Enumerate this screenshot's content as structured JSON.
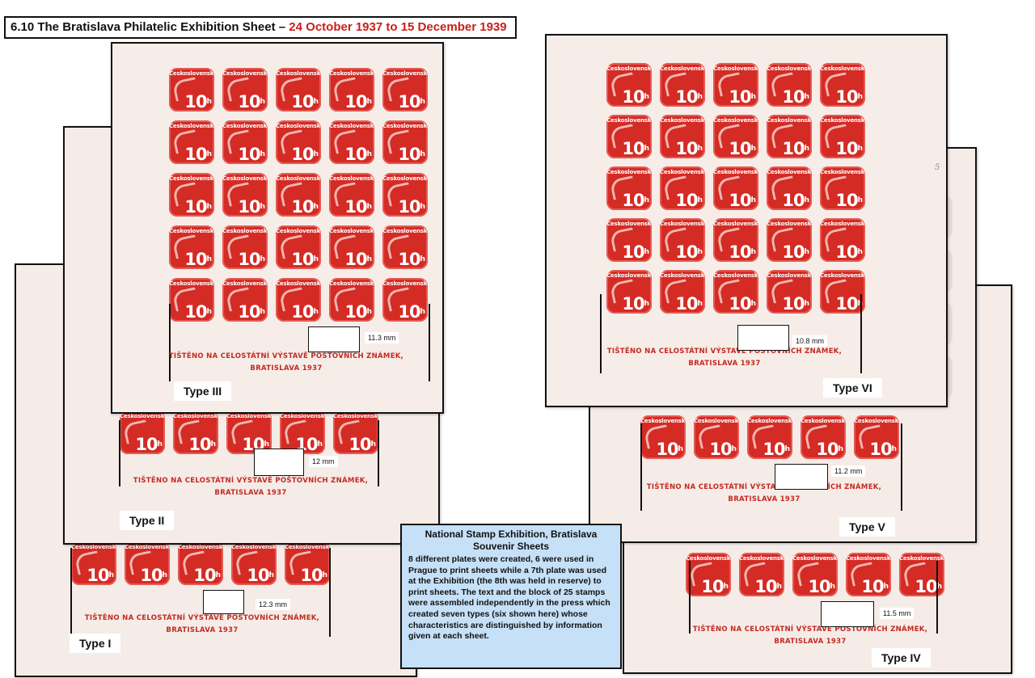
{
  "title": {
    "prefix": "6.10 The Bratislava Philatelic Exhibition Sheet – ",
    "dates": "24 October 1937 to 15 December 1939"
  },
  "stamp": {
    "country_text": "Československo",
    "value_text": "10",
    "value_unit": "h",
    "color": "#d42b25"
  },
  "sheet_caption": {
    "line1": "TIŠTĚNO NA CELOSTÁTNÍ VÝSTAVĚ POŠTOVNÍCH ZNÁMEK,",
    "line2": "BRATISLAVA 1937"
  },
  "sheets": [
    {
      "type": "Type I",
      "measure": "12.3 mm"
    },
    {
      "type": "Type II",
      "measure": "12 mm"
    },
    {
      "type": "Type III",
      "measure": "11.3 mm"
    },
    {
      "type": "Type IV",
      "measure": "11.5 mm"
    },
    {
      "type": "Type V",
      "measure": "11.2 mm"
    },
    {
      "type": "Type VI",
      "measure": "10.8 mm"
    }
  ],
  "info": {
    "heading1": "National Stamp Exhibition, Bratislava",
    "heading2": "Souvenir Sheets",
    "body": "8 different plates were created, 6 were used in Prague to print sheets while a 7th plate was used at the Exhibition (the 8th was held in reserve) to print sheets. The text and the block of 25 stamps were assembled independently in the press which created seven types (six shown here) whose characteristics are distinguished by information given at each sheet."
  },
  "pencil_mark": "5",
  "colors": {
    "accent_red": "#c8201a",
    "info_bg": "#c5e0f7",
    "sheet_bg": "#f7ede8"
  }
}
